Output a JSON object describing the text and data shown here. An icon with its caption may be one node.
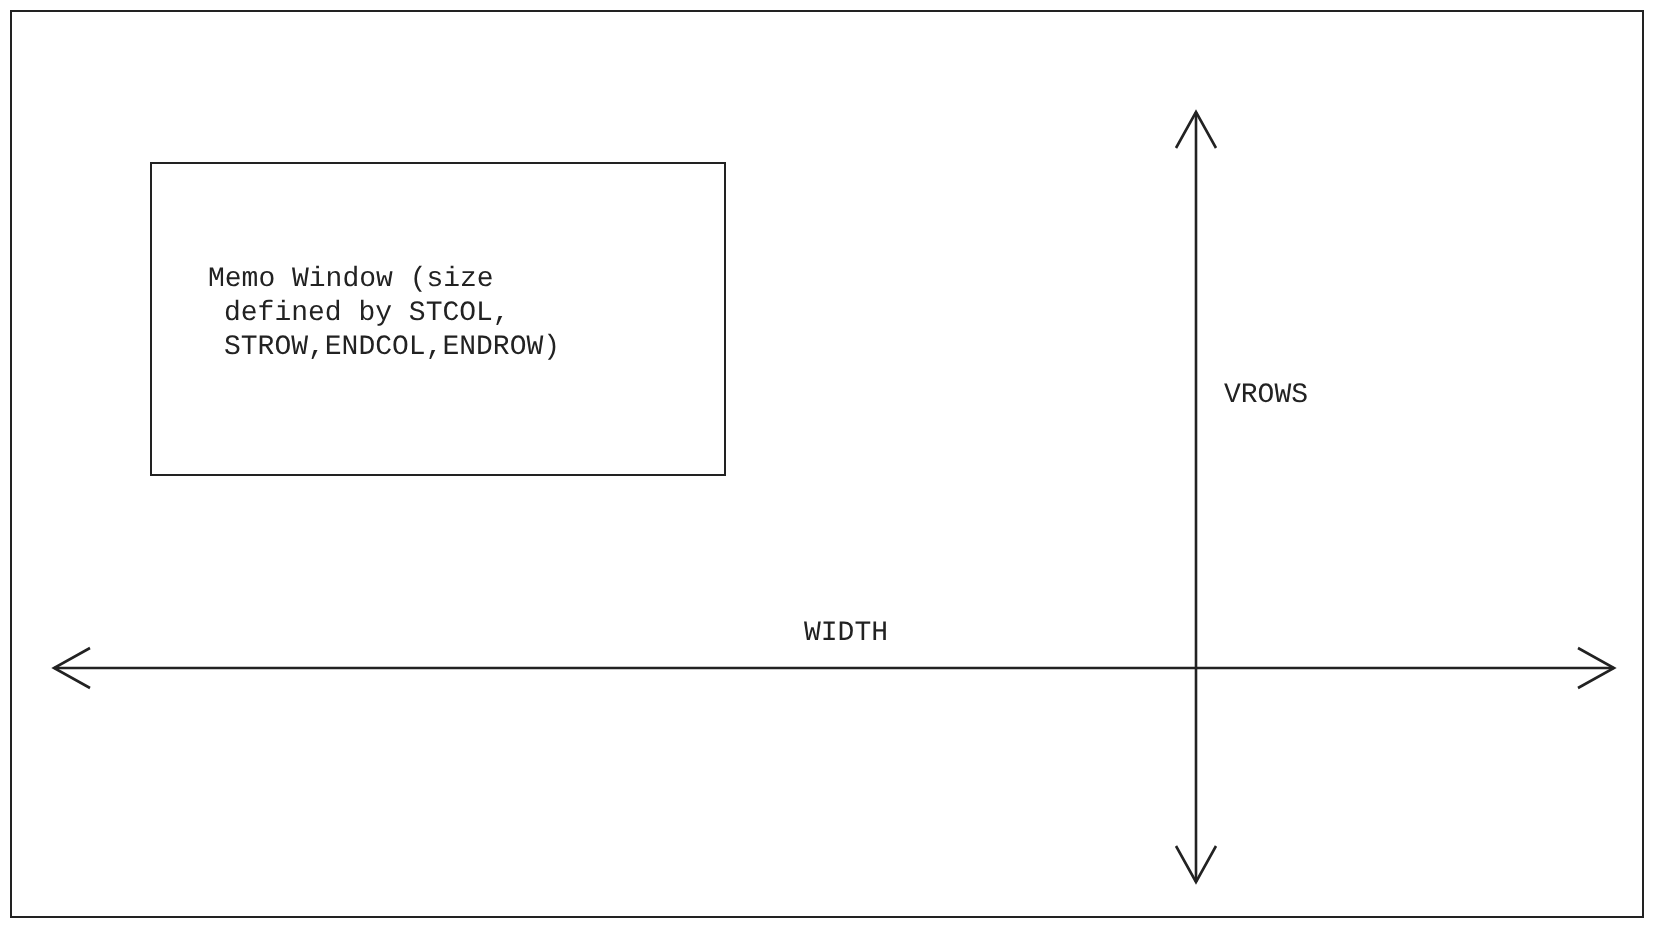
{
  "diagram": {
    "nodes": [
      {
        "text": [],
        "shape": "box"
      },
      {
        "text": [
          "Memo Window (size defined by STCOL, STROW,ENDCOL,ENDROW)"
        ],
        "in": 0
      }
    ],
    "edges": [],
    "labels": [
      "VROWS",
      "WIDTH"
    ]
  }
}
